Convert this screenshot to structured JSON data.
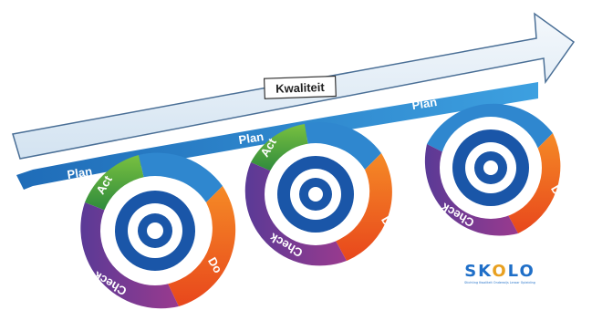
{
  "arrow": {
    "label": "Kwaliteit"
  },
  "band": {
    "labels": [
      "Plan",
      "Plan",
      "Plan"
    ]
  },
  "cycles": [
    {
      "act": "Act",
      "do": "Do",
      "check": "Check"
    },
    {
      "act": "Act",
      "do": "Do",
      "check": "Check"
    },
    {
      "do": "Do",
      "check": "Check"
    }
  ],
  "logo": {
    "prefix": "SK",
    "o": "O",
    "suffix": "LO",
    "tagline": "Stichting Kwaliteit Onderwijs Leraar Opleiding"
  },
  "colors": {
    "arrow_fill": "#e6f0f8",
    "arrow_stroke": "#4a6f96",
    "band": "#2f87cf",
    "act": "#4caf3a",
    "do": "#ef6a22",
    "check": "#6b3f98",
    "ring": "#1c4f9c",
    "hub": "#1a56a8"
  }
}
